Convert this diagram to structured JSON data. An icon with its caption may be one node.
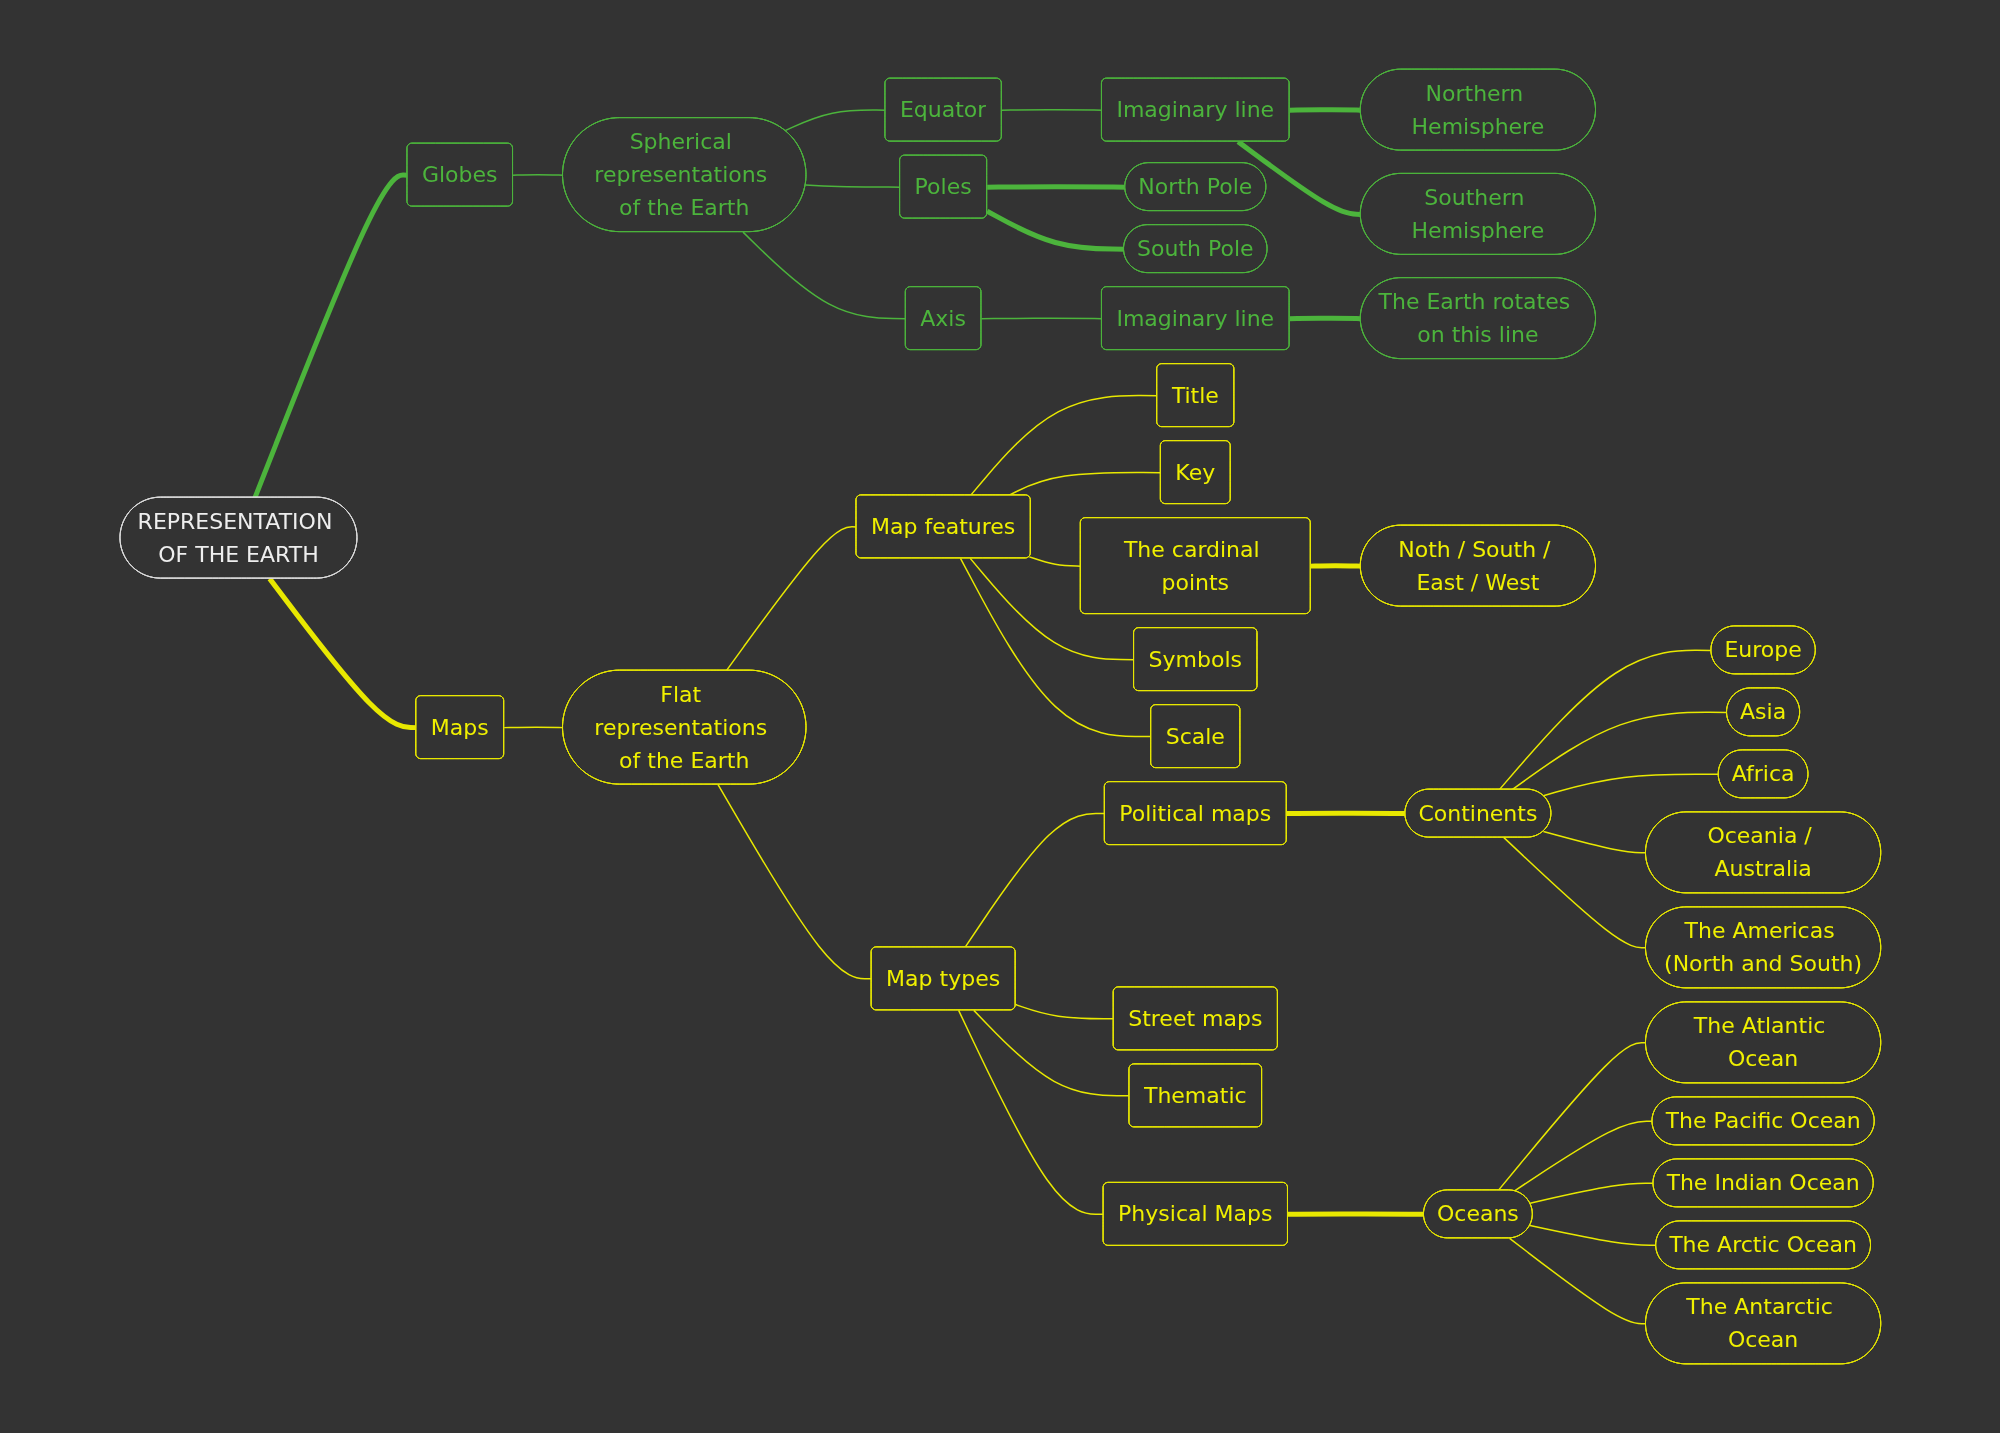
{
  "diagram": {
    "nodes": [
      {
        "text": [
          "REPRESENTATION OF THE EARTH"
        ]
      },
      {
        "text": [
          "Globes"
        ]
      },
      {
        "text": [
          "Spherical representations of the Earth"
        ]
      },
      {
        "text": [
          "Equator"
        ]
      },
      {
        "text": [
          "Imaginary line"
        ]
      },
      {
        "text": [
          "Northern Hemisphere"
        ]
      },
      {
        "text": [
          "Southern Hemisphere"
        ]
      },
      {
        "text": [
          "Poles"
        ]
      },
      {
        "text": [
          "North Pole"
        ]
      },
      {
        "text": [
          "South Pole"
        ]
      },
      {
        "text": [
          "Axis"
        ]
      },
      {
        "text": [
          "Imaginary line"
        ]
      },
      {
        "text": [
          "The Earth rotates on this line"
        ]
      },
      {
        "text": [
          "Maps"
        ]
      },
      {
        "text": [
          "Flat representations of the Earth"
        ]
      },
      {
        "text": [
          "Map features"
        ]
      },
      {
        "text": [
          "Title"
        ]
      },
      {
        "text": [
          "Key"
        ]
      },
      {
        "text": [
          "The cardinal points"
        ]
      },
      {
        "text": [
          "Noth / South / East / West"
        ]
      },
      {
        "text": [
          "Symbols"
        ]
      },
      {
        "text": [
          "Scale"
        ]
      },
      {
        "text": [
          "Map types"
        ]
      },
      {
        "text": [
          "Political maps"
        ]
      },
      {
        "text": [
          "Continents"
        ]
      },
      {
        "text": [
          "Europe"
        ]
      },
      {
        "text": [
          "Asia"
        ]
      },
      {
        "text": [
          "Africa"
        ]
      },
      {
        "text": [
          "Oceania / Australia"
        ]
      },
      {
        "text": [
          "The Americas (North and South)"
        ]
      },
      {
        "text": [
          "Street maps"
        ]
      },
      {
        "text": [
          "Thematic"
        ]
      },
      {
        "text": [
          "Physical Maps"
        ]
      },
      {
        "text": [
          "Oceans"
        ]
      },
      {
        "text": [
          "The Atlantic Ocean"
        ]
      },
      {
        "text": [
          "The Pacific Ocean"
        ]
      },
      {
        "text": [
          "The Indian Ocean"
        ]
      },
      {
        "text": [
          "The Arctic Ocean"
        ]
      },
      {
        "text": [
          "The Antarctic Ocean"
        ]
      }
    ],
    "edges": [
      {
        "from": 0,
        "to": 1,
        "arrow": "none",
        "style": "thick",
        "color": "#4cb43c"
      },
      {
        "from": 1,
        "to": 2,
        "arrow": "none",
        "color": "#4cb43c"
      },
      {
        "from": 2,
        "to": 3,
        "arrow": "none",
        "color": "#4cb43c"
      },
      {
        "from": 3,
        "to": 4,
        "arrow": "none",
        "color": "#4cb43c"
      },
      {
        "from": 4,
        "to": 5,
        "arrow": "none",
        "style": "thick",
        "color": "#4cb43c"
      },
      {
        "from": 4,
        "to": 6,
        "arrow": "none",
        "style": "thick",
        "color": "#4cb43c"
      },
      {
        "from": 2,
        "to": 7,
        "arrow": "none",
        "color": "#4cb43c"
      },
      {
        "from": 7,
        "to": 8,
        "arrow": "none",
        "style": "thick",
        "color": "#4cb43c"
      },
      {
        "from": 7,
        "to": 9,
        "arrow": "none",
        "style": "thick",
        "color": "#4cb43c"
      },
      {
        "from": 2,
        "to": 10,
        "arrow": "none",
        "color": "#4cb43c"
      },
      {
        "from": 10,
        "to": 11,
        "arrow": "none",
        "color": "#4cb43c"
      },
      {
        "from": 11,
        "to": 12,
        "arrow": "none",
        "style": "thick",
        "color": "#4cb43c"
      },
      {
        "from": 0,
        "to": 13,
        "arrow": "none",
        "style": "thick"
      },
      {
        "from": 13,
        "to": 14,
        "arrow": "none"
      },
      {
        "from": 14,
        "to": 15,
        "arrow": "none"
      },
      {
        "from": 15,
        "to": 16,
        "arrow": "none"
      },
      {
        "from": 15,
        "to": 17,
        "arrow": "none"
      },
      {
        "from": 15,
        "to": 18,
        "arrow": "none"
      },
      {
        "from": 18,
        "to": 19,
        "arrow": "none",
        "style": "thick"
      },
      {
        "from": 15,
        "to": 20,
        "arrow": "none"
      },
      {
        "from": 15,
        "to": 21,
        "arrow": "none"
      },
      {
        "from": 14,
        "to": 22,
        "arrow": "none"
      },
      {
        "from": 22,
        "to": 23,
        "arrow": "none"
      },
      {
        "from": 23,
        "to": 24,
        "arrow": "none",
        "style": "thick"
      },
      {
        "from": 24,
        "to": 25,
        "arrow": "none"
      },
      {
        "from": 24,
        "to": 26,
        "arrow": "none"
      },
      {
        "from": 24,
        "to": 27,
        "arrow": "none"
      },
      {
        "from": 24,
        "to": 28,
        "arrow": "none"
      },
      {
        "from": 24,
        "to": 29,
        "arrow": "none"
      },
      {
        "from": 22,
        "to": 30,
        "arrow": "none"
      },
      {
        "from": 22,
        "to": 31,
        "arrow": "none"
      },
      {
        "from": 22,
        "to": 32,
        "arrow": "none"
      },
      {
        "from": 32,
        "to": 33,
        "arrow": "none",
        "style": "thick"
      },
      {
        "from": 33,
        "to": 34,
        "arrow": "none"
      },
      {
        "from": 33,
        "to": 35,
        "arrow": "none"
      },
      {
        "from": 33,
        "to": 36,
        "arrow": "none"
      },
      {
        "from": 33,
        "to": 37,
        "arrow": "none"
      },
      {
        "from": 33,
        "to": 38,
        "arrow": "none"
      }
    ]
  }
}
